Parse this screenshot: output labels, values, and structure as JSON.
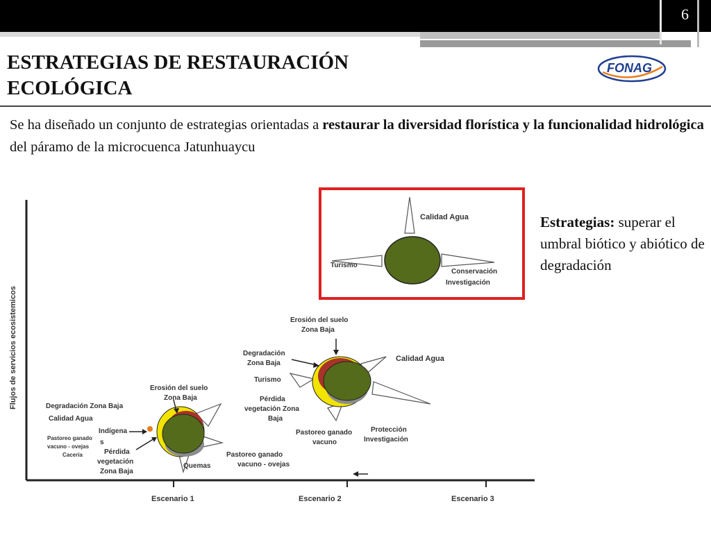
{
  "slide": {
    "page_number": "6",
    "title_line1": "ESTRATEGIAS DE RESTAURACIÓN",
    "title_line2": "ECOLÓGICA",
    "logo_text": "FONAG",
    "intro": {
      "part1": "Se ha diseñado un conjunto de estrategias orientadas a ",
      "bold1": "restaurar la diversidad florística y la funcionalidad hidrológica",
      "part2": " del páramo de la microcuenca Jatunhuaycu"
    },
    "strategy": {
      "label": "Estrategias:",
      "text": " superar el umbral biótico y abiótico de degradación"
    }
  },
  "diagram": {
    "y_axis_label": "Flujos de servicios ecosistemicos",
    "scenarios": [
      "Escenario 1",
      "Escenario 2",
      "Escenario 3"
    ],
    "scenario1": {
      "erosion": "Erosión del suelo",
      "erosion_zone": "Zona Baja",
      "degradacion": "Degradación Zona Baja",
      "calidad": "Calidad Agua",
      "indigena": "Indígena",
      "pastoreo_l1": "Pastoreo ganado",
      "pastoreo_l2": "vacuno - ovejas",
      "pastoreo_s": "s",
      "caceria": "Cacería",
      "perdida_l1": "Pérdida",
      "perdida_l2": "vegetación",
      "perdida_l3": "Zona Baja",
      "quemas": "Quemas",
      "pastoreo_r1": "Pastoreo ganado",
      "pastoreo_r2": "vacuno - ovejas"
    },
    "scenario2": {
      "erosion": "Erosión del suelo",
      "erosion_zone": "Zona Baja",
      "degradacion_l1": "Degradación",
      "degradacion_l2": "Zona Baja",
      "turismo": "Turismo",
      "perdida_l1": "Pérdida",
      "perdida_l2": "vegetación Zona",
      "perdida_l3": "Baja",
      "calidad": "Calidad Agua",
      "pastoreo_l1": "Pastoreo ganado",
      "pastoreo_l2": "vacuno",
      "proteccion_l1": "Protección",
      "proteccion_l2": "Investigación"
    },
    "scenario3": {
      "calidad": "Calidad Agua",
      "turismo": "Turismo",
      "conservacion": "Conservación",
      "investigacion": "Investigación"
    },
    "colors": {
      "green": "#556b1c",
      "yellow": "#f2e300",
      "red": "#a8332a",
      "grey": "#8c8c8c",
      "box_border": "#e02020"
    }
  }
}
